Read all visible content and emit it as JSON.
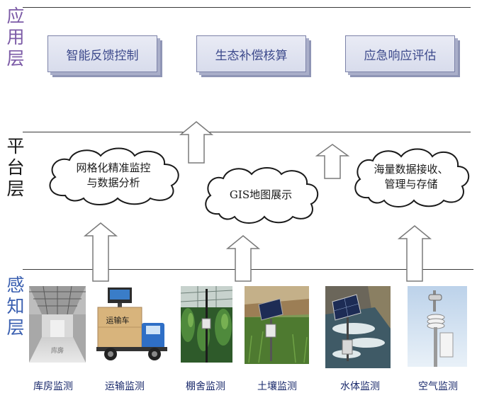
{
  "layers": {
    "application": {
      "chars": [
        "应",
        "用",
        "层"
      ],
      "color": "#7b5aa6"
    },
    "platform": {
      "chars": [
        "平",
        "台",
        "层"
      ],
      "color": "#1a1a1a"
    },
    "perception": {
      "chars": [
        "感",
        "知",
        "层"
      ],
      "color": "#3a5fb0"
    }
  },
  "applications": [
    "智能反馈控制",
    "生态补偿核算",
    "应急响应评估"
  ],
  "platform_clouds": [
    {
      "lines": [
        "网格化精准监控",
        "与数据分析"
      ]
    },
    {
      "lines": [
        "GIS地图展示"
      ]
    },
    {
      "lines": [
        "海量数据接收、",
        "管理与存储"
      ]
    }
  ],
  "sensors": [
    {
      "caption": "库房监测",
      "photo_text": "库房"
    },
    {
      "caption": "运输监测",
      "photo_text": "运输车"
    },
    {
      "caption": "棚舍监测"
    },
    {
      "caption": "土壤监测"
    },
    {
      "caption": "水体监测"
    },
    {
      "caption": "空气监测"
    }
  ]
}
